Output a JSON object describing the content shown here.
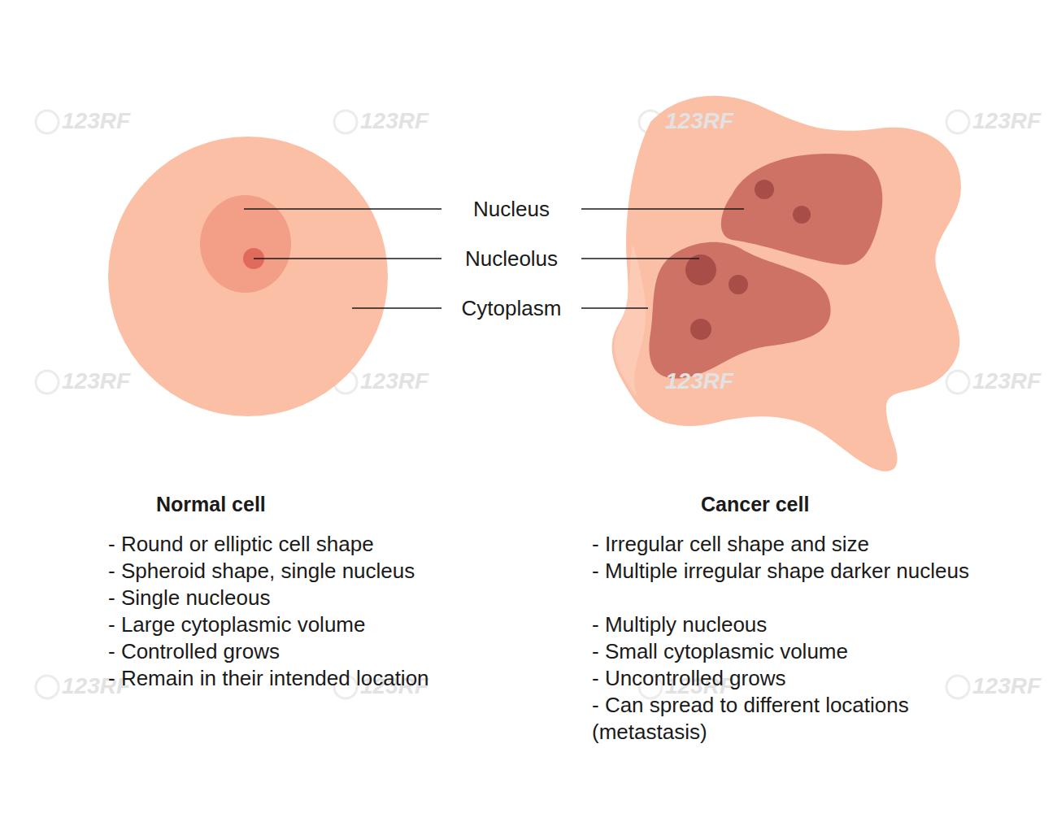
{
  "diagram": {
    "labels": [
      "Nucleus",
      "Nucleolus",
      "Cytoplasm",
      "Normal cell",
      "- Round or elliptic cell shape",
      "- Spheroid shape, single nucleus",
      "- Single nucleous",
      "- Large cytoplasmic volume",
      "- Controlled grows",
      "- Remain in their intended location",
      "Cancer cell",
      "- Irregular cell shape and size",
      "- Multiple irregular shape darker nucleus",
      "- Multiply nucleous",
      "- Small cytoplasmic volume",
      "- Uncontrolled grows",
      "- Can spread to different locations (metastasis)",
      "123RF",
      "123RF",
      "123RF",
      "123RF",
      "123RF",
      "123RF",
      "123RF",
      "123RF",
      "123RF",
      "123RF",
      "123RF",
      "123RF"
    ]
  }
}
